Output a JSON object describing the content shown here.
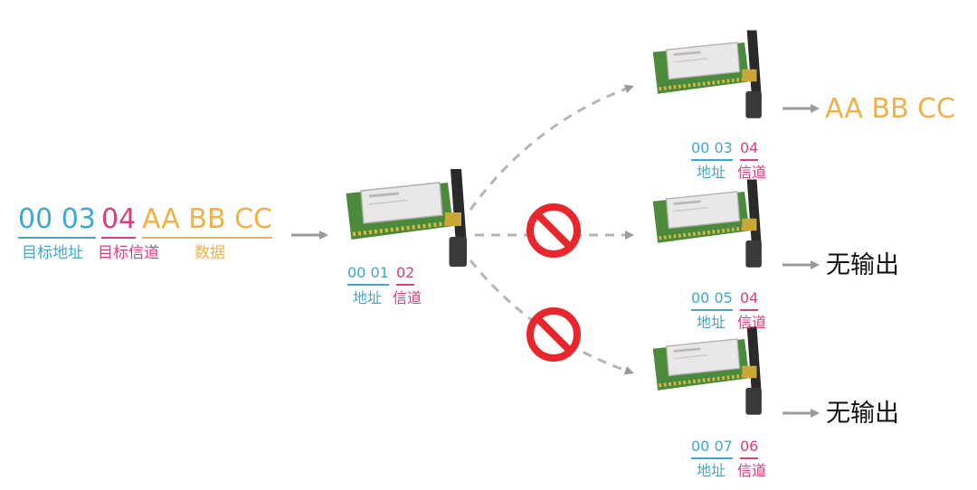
{
  "colors": {
    "address": "#3ea8d2",
    "channel": "#d83f7c",
    "data": "#f0b04a",
    "arrow": "#9a9a9a",
    "forbid": "#e8262b",
    "pcb": "#4a8a3a"
  },
  "sender": {
    "address": "00 03",
    "channel": "04",
    "data": "AA  BB CC",
    "label_address": "目标地址",
    "label_channel": "目标信道",
    "label_data": "数据"
  },
  "transmitter": {
    "address": "00 01",
    "channel": "02",
    "label_address": "地址",
    "label_channel": "信道"
  },
  "receivers": [
    {
      "address": "00 03",
      "channel": "04",
      "label_address": "地址",
      "label_channel": "信道",
      "output": "AA BB CC",
      "blocked": false
    },
    {
      "address": "00 05",
      "channel": "04",
      "label_address": "地址",
      "label_channel": "信道",
      "output": "无输出",
      "blocked": true
    },
    {
      "address": "00 07",
      "channel": "06",
      "label_address": "地址",
      "label_channel": "信道",
      "output": "无输出",
      "blocked": true
    }
  ]
}
